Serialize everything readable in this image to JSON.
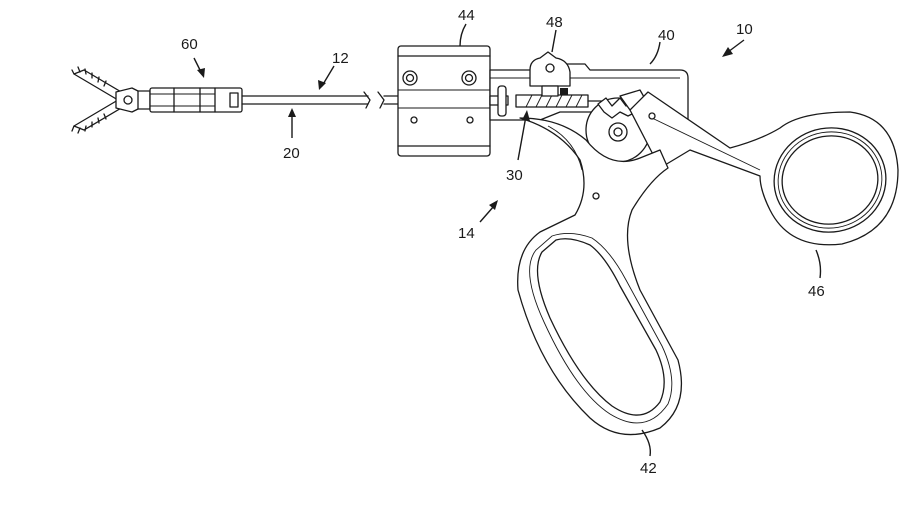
{
  "labels": {
    "instrument": "10",
    "shaft": "12",
    "handle_assembly": "14",
    "shaft_axis": "20",
    "actuator": "30",
    "housing": "40",
    "stationary_handle": "42",
    "rotation_knob": "44",
    "movable_handle": "46",
    "lock_button": "48",
    "end_effector": "60"
  },
  "colors": {
    "line": "#1a1a1a",
    "background": "#ffffff"
  }
}
